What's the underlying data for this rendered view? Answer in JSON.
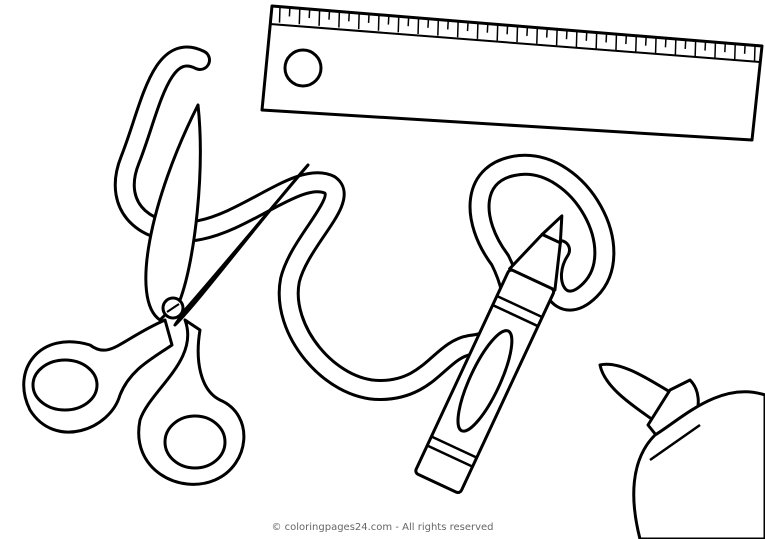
{
  "footer": {
    "copyright": "© coloringpages24.com - All rights reserved"
  },
  "colors": {
    "line": "#000000",
    "background": "#ffffff",
    "footer_text": "#666666"
  },
  "drawing": {
    "subjects": [
      "ruler",
      "scissors",
      "ribbon",
      "crayon",
      "glue-bottle"
    ]
  }
}
